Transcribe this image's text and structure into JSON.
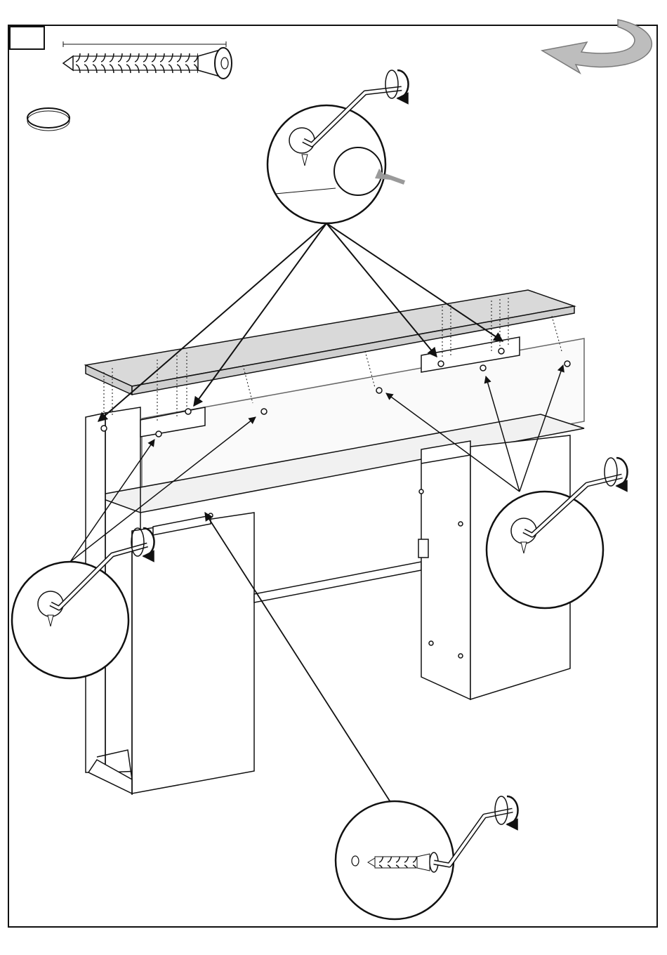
{
  "page": {
    "title": "",
    "step_number": ""
  },
  "colors": {
    "line": "#111111",
    "panel_fill": "#ffffff",
    "top_fill": "#d9d9d9",
    "arrow_gray": "#9a9a9a"
  },
  "parts": [
    {
      "name": "screw",
      "icon": "screw-icon"
    },
    {
      "name": "cover-cap",
      "icon": "cap-icon"
    }
  ],
  "details": [
    {
      "name": "detail-top",
      "icon": "allen-key-icon"
    },
    {
      "name": "detail-left",
      "icon": "allen-key-icon"
    },
    {
      "name": "detail-right",
      "icon": "allen-key-icon"
    },
    {
      "name": "detail-bottom",
      "icon": "allen-key-screw-icon"
    }
  ],
  "instruction": {
    "rotation_hint": "turn-over-arrow-icon"
  }
}
